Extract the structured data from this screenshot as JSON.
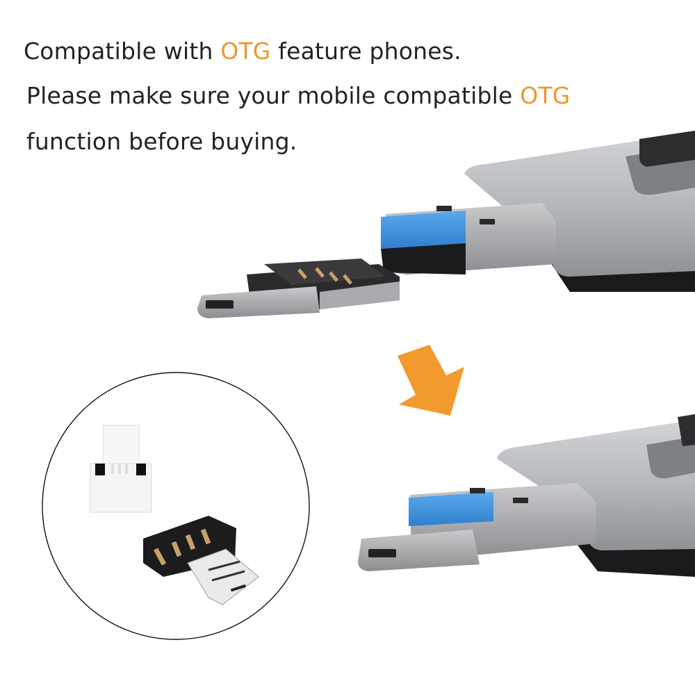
{
  "caption": {
    "line1": {
      "before": "Compatible with ",
      "highlight": "OTG",
      "after": " feature phones."
    },
    "line2": {
      "before": "Please make sure your mobile compatible ",
      "highlight": "OTG",
      "after": ""
    },
    "line3": {
      "text": "function before buying."
    }
  },
  "colors": {
    "background": "#ffffff",
    "text": "#222222",
    "highlight": "#f0952b",
    "arrow": "#f39a2e",
    "usb_blue": "#3b8fdc",
    "housing_silver": "#b9bcc0",
    "housing_dark": "#1c1c1c"
  },
  "icons": {
    "arrow": "arrow-down-right-icon",
    "usb_drive_top": "usb-drive-icon",
    "usb_drive_bottom": "usb-drive-with-otg-icon",
    "otg_adapter": "micro-usb-otg-adapter-icon"
  }
}
